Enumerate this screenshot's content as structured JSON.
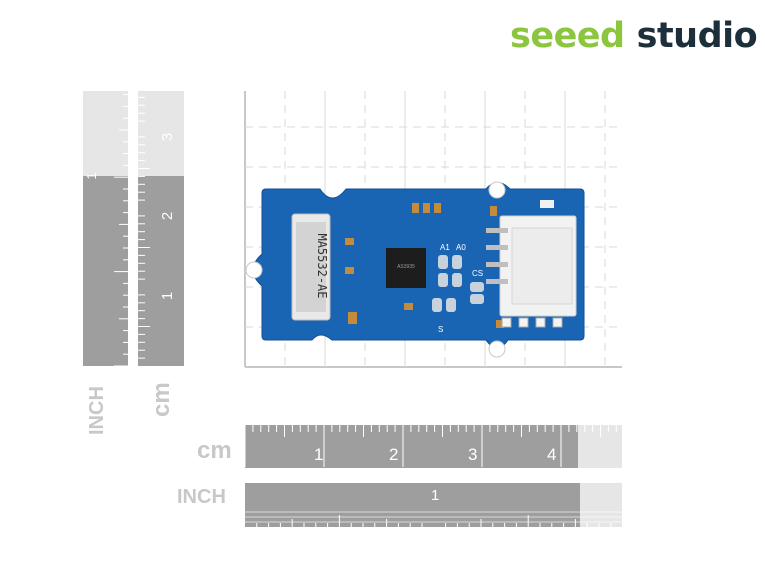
{
  "brand": {
    "word1": "seeed",
    "word2": "studio",
    "color1": "#8cc63e",
    "color2": "#1c2f3a"
  },
  "rulers": {
    "unit_cm": "cm",
    "unit_inch": "INCH",
    "cm_ticks": [
      "1",
      "2",
      "3",
      "4"
    ],
    "inch_ticks": [
      "1"
    ],
    "vertical_cm_ticks": [
      "1",
      "2",
      "3"
    ],
    "vertical_inch_ticks": [
      "1"
    ]
  },
  "board": {
    "color": "#1a64b4",
    "chip_label": "MA5532-AE",
    "pad_labels": [
      "A1",
      "A0",
      "CS",
      "S"
    ],
    "ic_marking": "AS3935"
  }
}
